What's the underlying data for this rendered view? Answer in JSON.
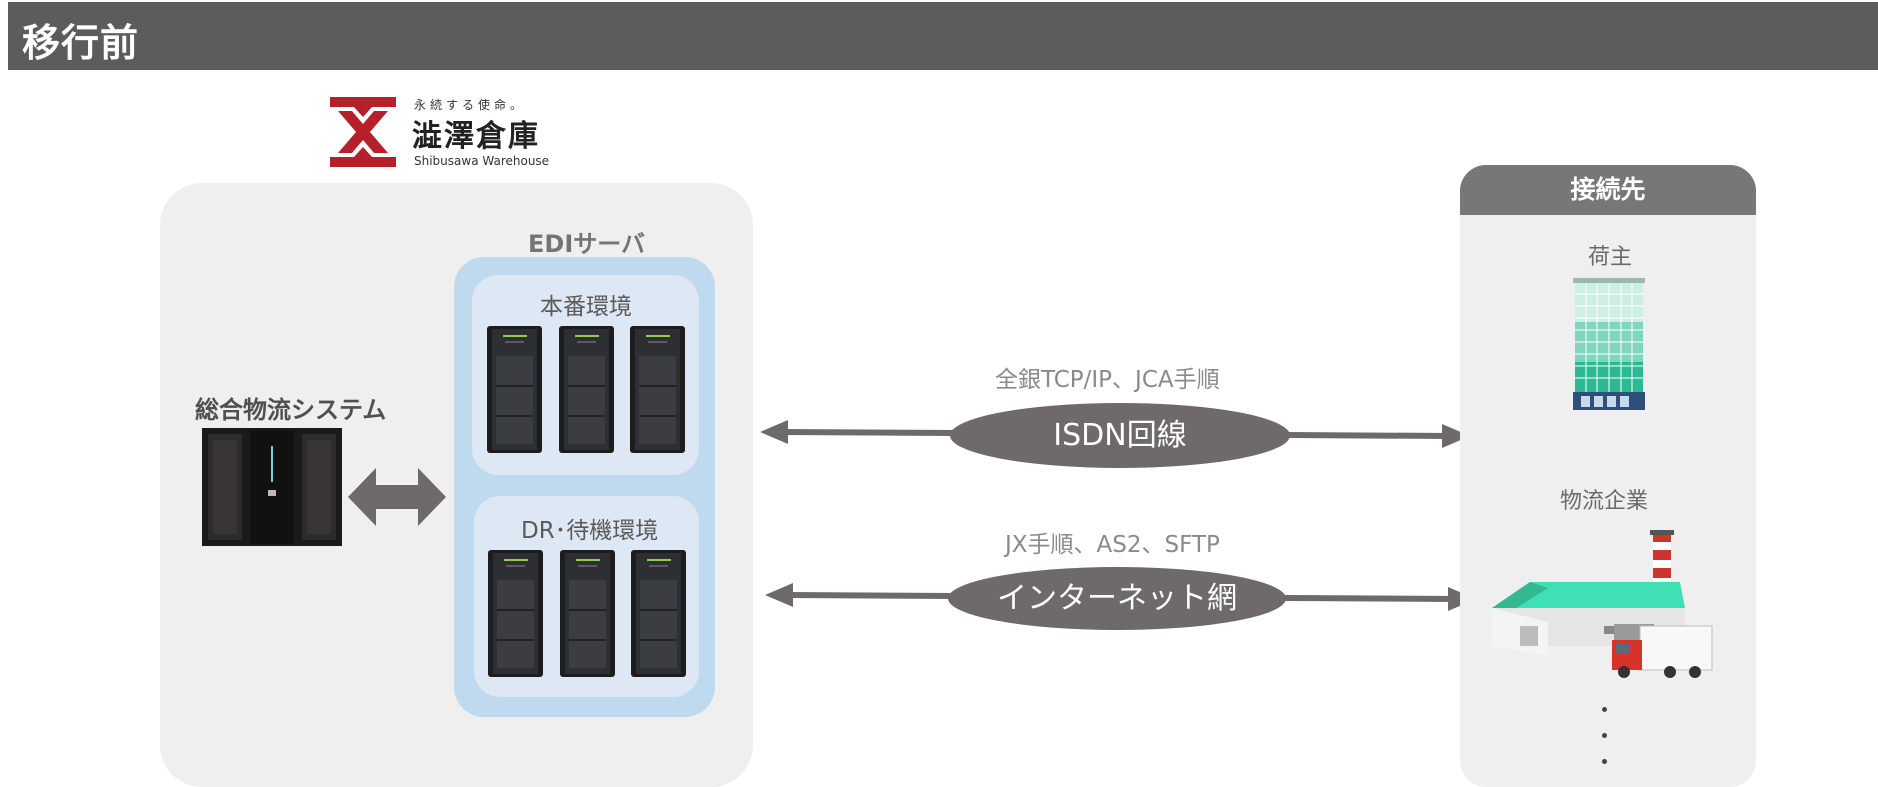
{
  "header": {
    "title": "移行前"
  },
  "logo": {
    "tagline": "永続する使命。",
    "name": "澁澤倉庫",
    "name_en": "Shibusawa Warehouse",
    "mark_color": "#b5202a"
  },
  "left_panel": {
    "system_label": "総合物流システム",
    "edi_label": "EDIサーバ",
    "production_label": "本番環境",
    "dr_label": "DR･待機環境"
  },
  "connections": [
    {
      "protocol": "全銀TCP/IP、JCA手順",
      "network": "ISDN回線"
    },
    {
      "protocol": "JX手順、AS2、SFTP",
      "network": "インターネット網"
    }
  ],
  "destinations": {
    "title": "接続先",
    "items": [
      {
        "label": "荷主",
        "icon": "office-building-icon"
      },
      {
        "label": "物流企業",
        "icon": "warehouse-factory-icon"
      }
    ],
    "more": "・・・"
  },
  "colors": {
    "header_bg": "#5c5c5c",
    "panel_bg": "#efefef",
    "edi_bg": "#bfd9ef",
    "env_bg": "#dde8f4",
    "network_bg": "#6e6a6a",
    "arrow": "#6e6a6a"
  }
}
